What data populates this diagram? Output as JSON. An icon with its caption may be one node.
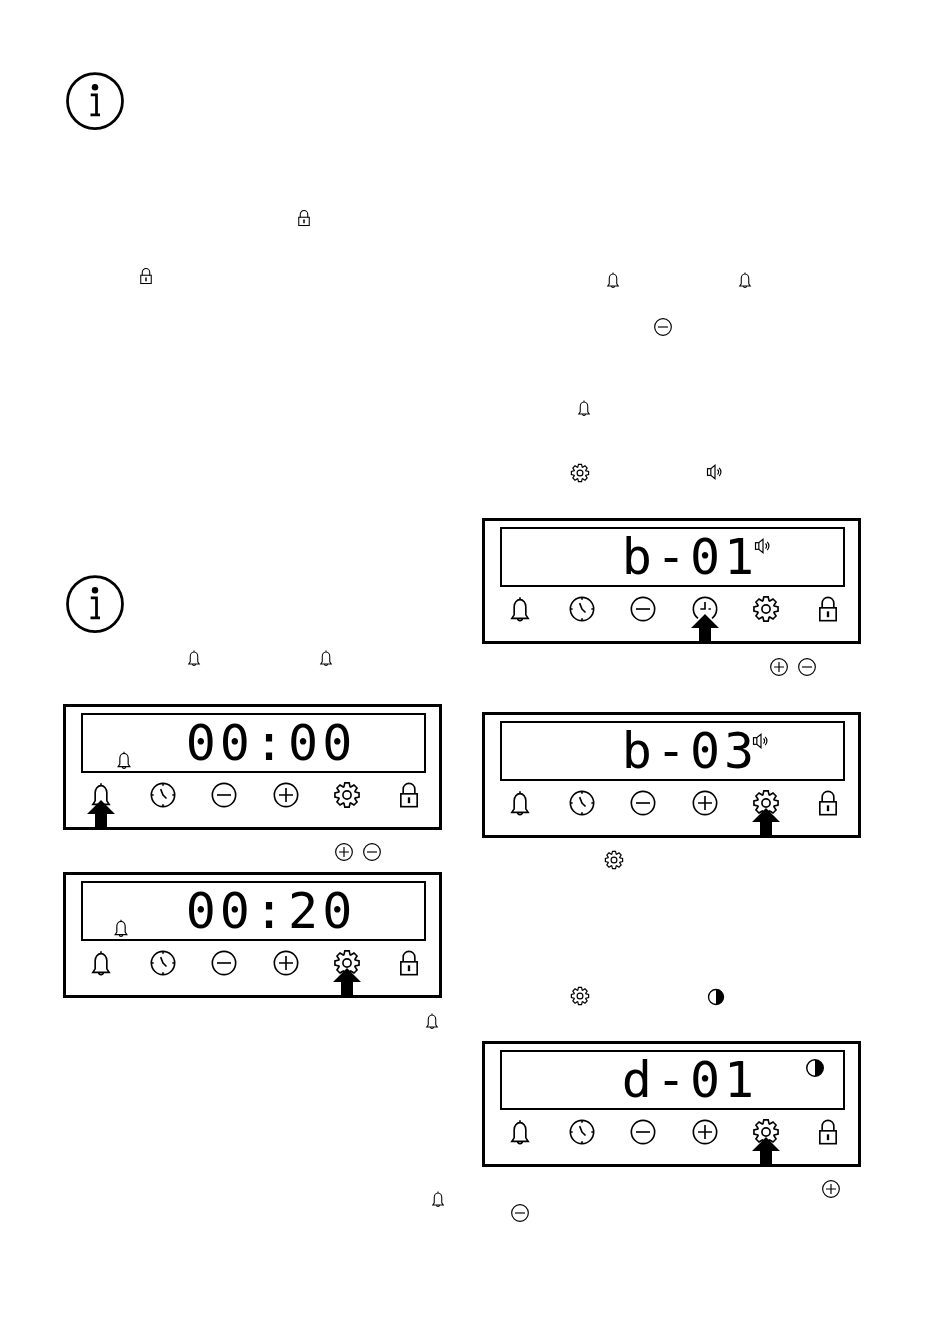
{
  "diagram": {
    "labels": [
      "00:00",
      "00:20",
      "b-01",
      "b-03",
      "d-01"
    ]
  }
}
